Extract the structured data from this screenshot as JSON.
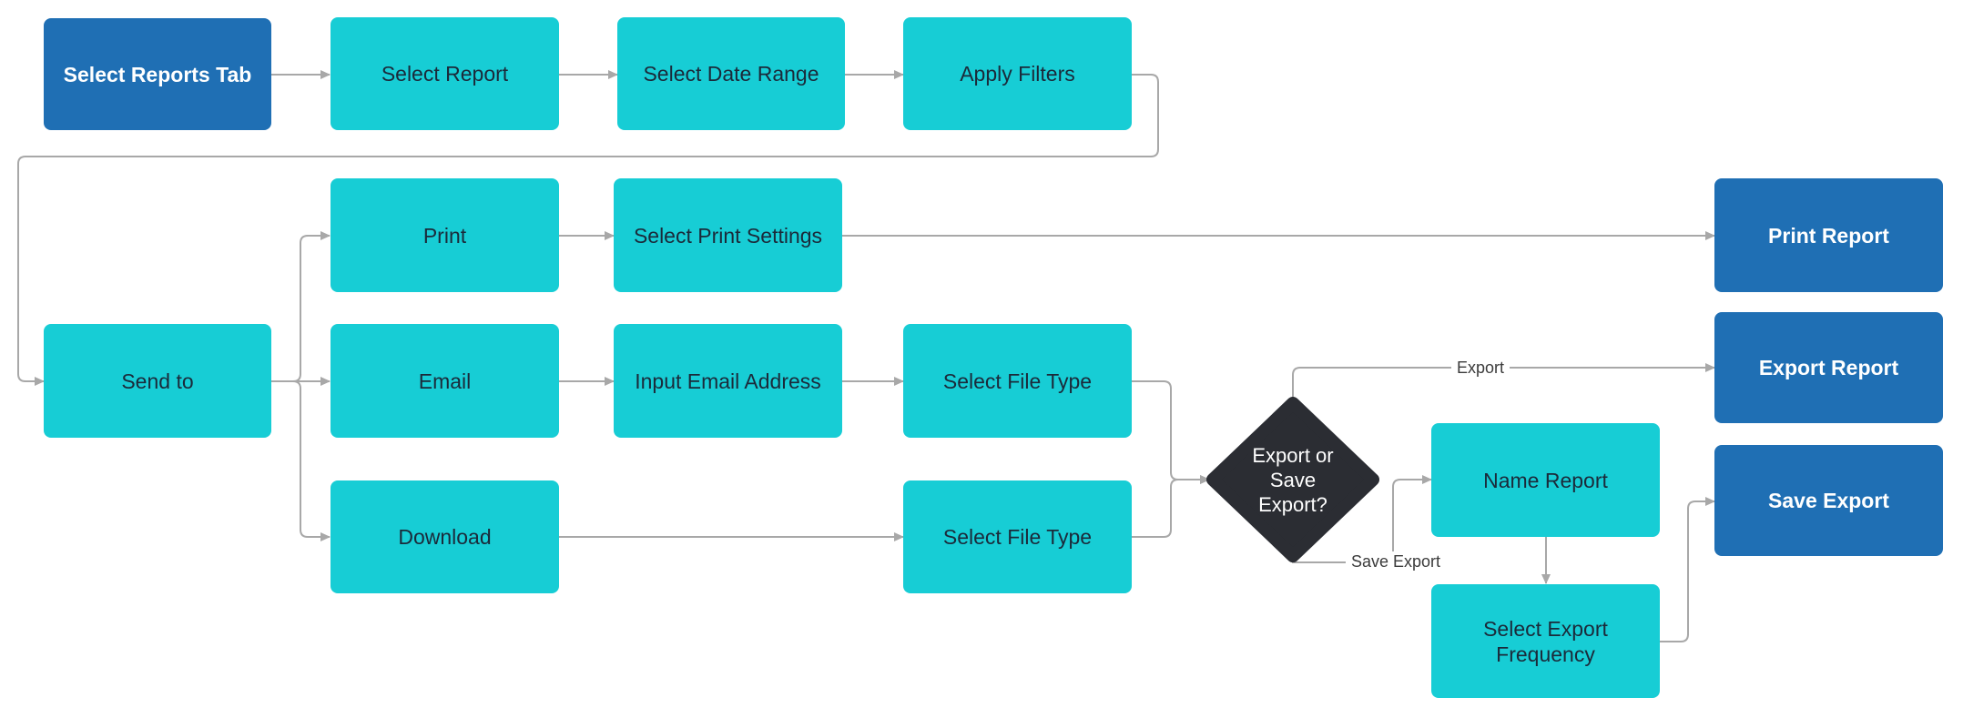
{
  "colors": {
    "step": "#17cdd5",
    "terminal": "#1f6fb4",
    "decision": "#2b2d33",
    "connector": "#a8a8a8"
  },
  "nodes": {
    "select_reports_tab": "Select Reports Tab",
    "select_report": "Select Report",
    "select_date_range": "Select Date Range",
    "apply_filters": "Apply Filters",
    "send_to": "Send to",
    "print": "Print",
    "select_print_settings": "Select Print Settings",
    "print_report": "Print Report",
    "email": "Email",
    "input_email_address": "Input Email Address",
    "select_file_type_email": "Select File Type",
    "download": "Download",
    "select_file_type_download": "Select File Type",
    "decision": "Export or Save Export?",
    "export_report": "Export Report",
    "name_report": "Name Report",
    "select_export_frequency": "Select Export Frequency",
    "save_export": "Save Export"
  },
  "edge_labels": {
    "export": "Export",
    "save_export": "Save Export"
  }
}
